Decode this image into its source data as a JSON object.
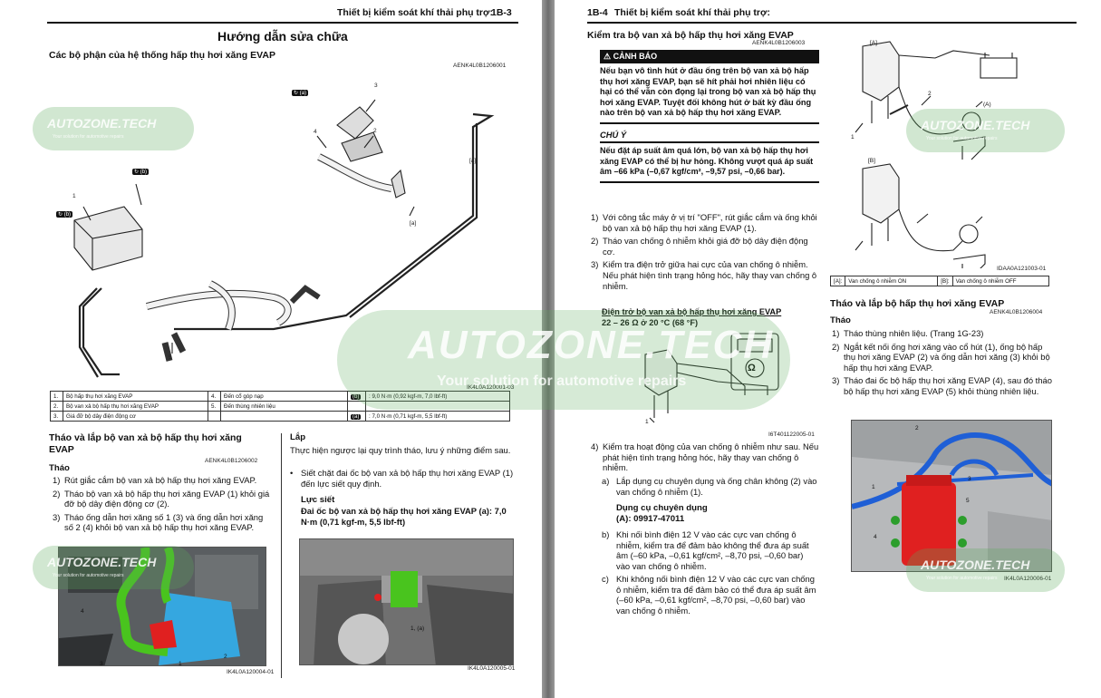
{
  "left_page": {
    "header": {
      "title": "Thiết bị kiểm soát khí thải phụ trợ:",
      "page_no": "1B-3"
    },
    "section_title": "Hướng dẫn sửa chữa",
    "components": {
      "heading": "Các bộ phận của hệ thống hấp thụ hơi xăng EVAP",
      "ref": "AENK4L0B1206001",
      "figure_id": "IK4L0A120001-03",
      "callouts": [
        "1",
        "2",
        "3",
        "4",
        "5",
        "[a]",
        "[a]"
      ],
      "symbols": [
        "(a)",
        "(b)",
        "(b)"
      ]
    },
    "parts_table": [
      [
        "1.",
        "Bộ hấp thụ hơi xăng EVAP",
        "4.",
        "Đến cổ góp nạp",
        "(b)",
        ": 9,0 N·m (0,92 kgf-m, 7,0 lbf-ft)"
      ],
      [
        "2.",
        "Bộ van xả bộ hấp thụ hơi xăng EVAP",
        "5.",
        "Đến thùng nhiên liệu",
        "",
        ""
      ],
      [
        "3.",
        "Giá đỡ bộ dây điện động cơ",
        "",
        "",
        "(a)",
        ": 7,0 N·m (0,71 kgf-m, 5,5 lbf-ft)"
      ]
    ],
    "removal": {
      "heading": "Tháo và lắp bộ van xả bộ hấp thụ hơi xăng EVAP",
      "ref": "AENK4L0B1206002",
      "subheading": "Tháo",
      "steps": [
        "Rút giắc cắm bộ van xả bộ hấp thụ hơi xăng EVAP.",
        "Tháo bộ van xả bộ hấp thụ hơi xăng EVAP (1) khỏi giá đỡ bộ dây điện động cơ (2).",
        "Tháo ống dẫn hơi xăng số 1 (3) và ống dẫn hơi xăng số 2 (4) khỏi bộ van xả bộ hấp thụ hơi xăng EVAP."
      ],
      "figure_id": "IK4L0A120004-01",
      "callouts": [
        "1",
        "2",
        "3",
        "4"
      ]
    },
    "install": {
      "subheading": "Lắp",
      "intro": "Thực hiện ngược lại quy trình tháo, lưu ý những điểm sau.",
      "bullet": "Siết chặt đai ốc bộ van xả bộ hấp thụ hơi xăng EVAP (1) đến lực siết quy định.",
      "torque_heading": "Lực siết",
      "torque_text": "Đai ốc bộ van xả bộ hấp thụ hơi xăng EVAP (a): 7,0 N·m (0,71 kgf-m, 5,5 lbf-ft)",
      "figure_id": "IK4L0A120005-01",
      "callout": "1, (a)"
    }
  },
  "right_page": {
    "header": {
      "page_no": "1B-4",
      "title": "Thiết bị kiểm soát khí thải phụ trợ:"
    },
    "inspection": {
      "heading": "Kiểm tra bộ van xả bộ hấp thụ hơi xăng EVAP",
      "ref": "AENK4L0B1206003",
      "warning_title": "CẢNH BÁO",
      "warning_text": "Nếu bạn vô tình hút ở đầu ống trên bộ van xả bộ hấp thụ hơi xăng EVAP, bạn sẽ hít phải hơi nhiên liệu có hại có thể vẫn còn đọng lại trong bộ van xả bộ hấp thụ hơi xăng EVAP. Tuyệt đối không hút ở bất kỳ đầu ống nào trên bộ van xả bộ hấp thụ hơi xăng EVAP.",
      "note_title": "CHÚ Ý",
      "note_text": "Nếu đặt áp suất âm quá lớn, bộ van xả bộ hấp thụ hơi xăng EVAP có thể bị hư hỏng. Không vượt quá áp suất âm –66 kPa (–0,67 kgf/cm², –9,57 psi, –0,66 bar).",
      "steps": [
        "Với công tắc máy ở vị trí \"OFF\", rút giắc cắm và ống khỏi bộ van xả bộ hấp thụ hơi xăng EVAP (1).",
        "Tháo van chống ô nhiễm khỏi giá đỡ bộ dây điện động cơ.",
        "Kiểm tra điện trở giữa hai cực của van chống ô nhiễm."
      ],
      "step3_extra": "Nếu phát hiện tình trạng hỏng hóc, hãy thay van chống ô nhiễm.",
      "spec_heading": "Điện trở bộ van xả bộ hấp thụ hơi xăng EVAP",
      "spec_value": "22 – 26 Ω ở 20 °C (68 °F)",
      "meter_figure_id": "I6T401122005-01",
      "meter_symbol": "Ω",
      "meter_callout": "1",
      "step4": "Kiểm tra hoạt động của van chống ô nhiễm như sau. Nếu phát hiện tình trạng hỏng hóc, hãy thay van chống ô nhiễm.",
      "substeps": [
        {
          "label": "a)",
          "text": "Lắp dụng cụ chuyên dụng và ống chân không (2) vào van chống ô nhiễm (1)."
        },
        {
          "label": "b)",
          "text": "Khi nối bình điện 12 V vào các cực van chống ô nhiễm, kiểm tra để đảm bảo không thể đưa áp suất âm (–60 kPa, –0,61 kgf/cm², –8,70 psi, –0,60 bar) vào van chống ô nhiễm."
        },
        {
          "label": "c)",
          "text": "Khi không nối bình điện 12 V vào các cực van chống ô nhiễm, kiểm tra để đảm bảo có thể đưa áp suất âm (–60 kPa, –0,61 kgf/cm², –8,70 psi, –0,60 bar) vào van chống ô nhiễm."
        }
      ],
      "tool_heading": "Dụng cụ chuyên dụng",
      "tool_value": "(A):  09917-47011",
      "diagram_labels": {
        "a": "[A]",
        "b": "[B]",
        "tool": "(A)",
        "c1": "1",
        "c2": "2"
      },
      "diagram_figure_id": "IDAA0A121003-01",
      "legend": [
        {
          "key": "[A]:",
          "text": "Van chống ô nhiễm ON"
        },
        {
          "key": "[B]:",
          "text": "Van chống ô nhiễm OFF"
        }
      ]
    },
    "canister": {
      "heading": "Tháo và lắp bộ hấp thụ hơi xăng EVAP",
      "ref": "AENK4L0B1206004",
      "subheading": "Tháo",
      "steps": [
        "Tháo thùng nhiên liệu. (Trang 1G-23)",
        "Ngắt kết nối ống hơi xăng vào cổ hút (1), ống bộ hấp thụ hơi xăng EVAP (2) và ống dẫn hơi xăng (3) khỏi bộ hấp thụ hơi xăng EVAP.",
        "Tháo đai ốc bộ hấp thụ hơi xăng EVAP (4), sau đó tháo bộ hấp thụ hơi xăng EVAP (5) khỏi thùng nhiên liệu."
      ],
      "figure_id": "IK4L0A120006-01",
      "callouts": [
        "1",
        "2",
        "3",
        "4",
        "5"
      ]
    }
  },
  "watermark": {
    "brand": "AUTOZONE.TECH",
    "tagline": "Your solution for automotive repairs"
  },
  "colors": {
    "accent_red": "#e02020",
    "hose_green": "#49c41e",
    "hose_blue": "#1f5fd6",
    "bracket_blue": "#35a7e0"
  }
}
